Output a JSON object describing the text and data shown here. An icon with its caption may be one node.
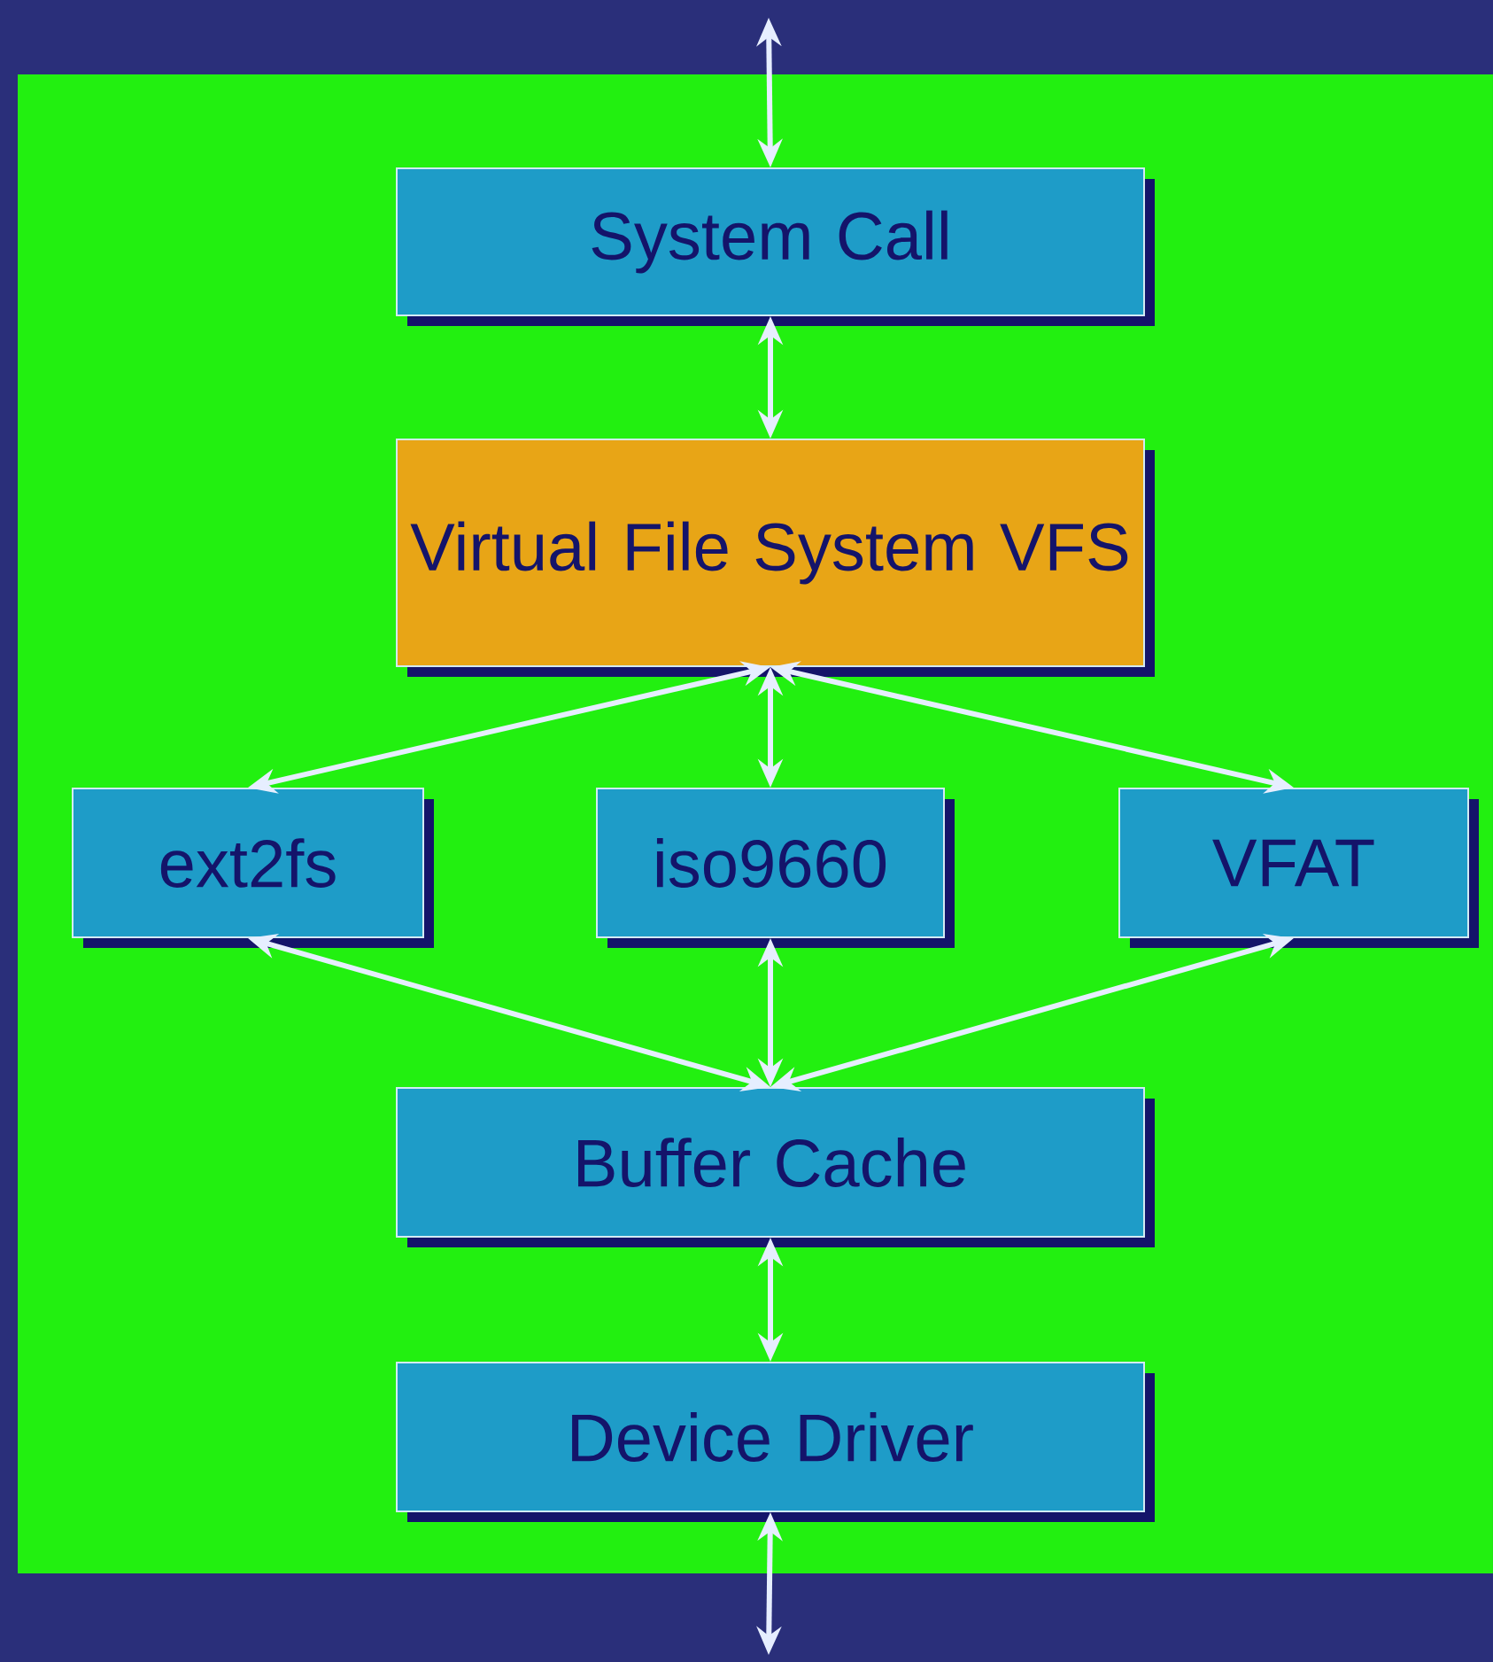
{
  "diagram": {
    "nodes": [
      {
        "text": [
          "System Call"
        ]
      },
      {
        "text": [
          "Virtual File System VFS"
        ]
      },
      {
        "text": [
          "ext2fs"
        ]
      },
      {
        "text": [
          "iso9660"
        ]
      },
      {
        "text": [
          "VFAT"
        ]
      },
      {
        "text": [
          "Buffer Cache"
        ]
      },
      {
        "text": [
          "Device Driver"
        ]
      }
    ],
    "edges": [
      {
        "from": null,
        "to": 0,
        "arrow": "both"
      },
      {
        "from": 0,
        "to": 1,
        "arrow": "both"
      },
      {
        "from": 1,
        "to": 2,
        "arrow": "both"
      },
      {
        "from": 1,
        "to": 3,
        "arrow": "both"
      },
      {
        "from": 1,
        "to": 4,
        "arrow": "both"
      },
      {
        "from": 2,
        "to": 5,
        "arrow": "both"
      },
      {
        "from": 3,
        "to": 5,
        "arrow": "both"
      },
      {
        "from": 4,
        "to": 5,
        "arrow": "both"
      },
      {
        "from": 5,
        "to": 6,
        "arrow": "both"
      },
      {
        "from": 6,
        "to": null,
        "arrow": "both"
      }
    ]
  }
}
